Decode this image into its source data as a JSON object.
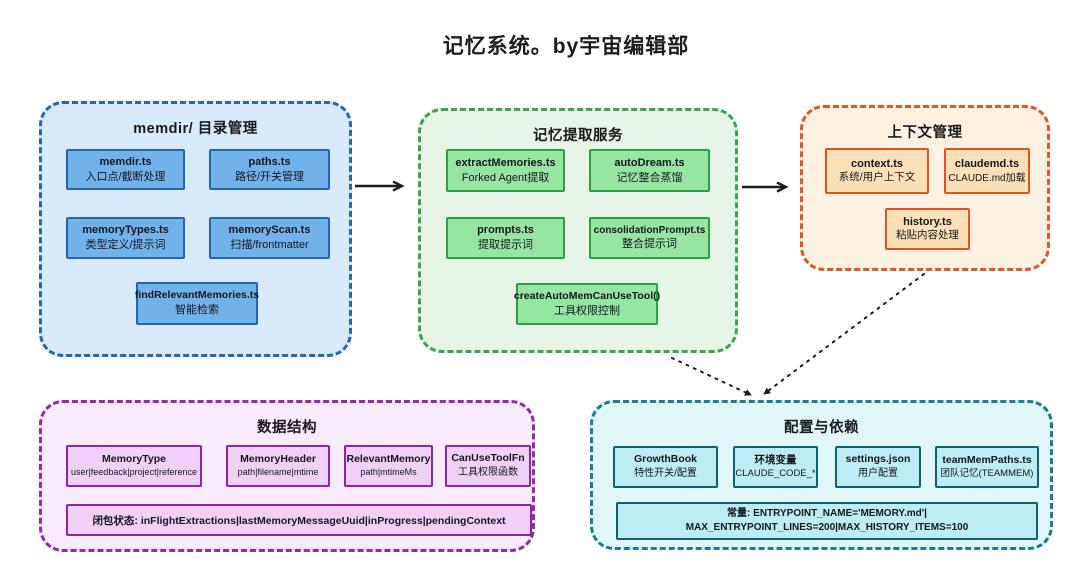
{
  "title": "记忆系统。by宇宙编辑部",
  "palette": {
    "memdir_fill": "#72b2ea",
    "memdir_border": "#2566b4",
    "extract_fill": "#96e6a2",
    "extract_border": "#2e9e45",
    "context_fill": "#fbdfb6",
    "context_border": "#df5426",
    "data_fill": "#f0d0f6",
    "data_border": "#8d23a8",
    "config_fill": "#bdecf4",
    "config_border": "#10616f",
    "arrow": "#1d1d1d"
  },
  "groups": {
    "memdir": {
      "title": "memdir/ 目录管理",
      "nodes": [
        {
          "name": "memdir.ts",
          "desc": "入口点/截断处理"
        },
        {
          "name": "paths.ts",
          "desc": "路径/开关管理"
        },
        {
          "name": "memoryTypes.ts",
          "desc": "类型定义/提示词"
        },
        {
          "name": "memoryScan.ts",
          "desc": "扫描/frontmatter"
        },
        {
          "name": "findRelevantMemories.ts",
          "desc": "智能检索"
        }
      ]
    },
    "extract": {
      "title": "记忆提取服务",
      "nodes": [
        {
          "name": "extractMemories.ts",
          "desc": "Forked Agent提取"
        },
        {
          "name": "autoDream.ts",
          "desc": "记忆整合蒸馏"
        },
        {
          "name": "prompts.ts",
          "desc": "提取提示词"
        },
        {
          "name": "consolidationPrompt.ts",
          "desc": "整合提示词"
        },
        {
          "name": "createAutoMemCanUseTool()",
          "desc": "工具权限控制"
        }
      ]
    },
    "context": {
      "title": "上下文管理",
      "nodes": [
        {
          "name": "context.ts",
          "desc": "系统/用户上下文"
        },
        {
          "name": "claudemd.ts",
          "desc": "CLAUDE.md加载"
        },
        {
          "name": "history.ts",
          "desc": "粘贴内容处理"
        }
      ]
    },
    "data": {
      "title": "数据结构",
      "nodes": [
        {
          "name": "MemoryType",
          "desc": "user|feedback|project|reference"
        },
        {
          "name": "MemoryHeader",
          "desc": "path|filename|mtime"
        },
        {
          "name": "RelevantMemory",
          "desc": "path|mtimeMs"
        },
        {
          "name": "CanUseToolFn",
          "desc": "工具权限函数"
        }
      ],
      "closure_state": "闭包状态: inFlightExtractions|lastMemoryMessageUuid|inProgress|pendingContext"
    },
    "config": {
      "title": "配置与依赖",
      "nodes": [
        {
          "name": "GrowthBook",
          "desc": "特性开关/配置"
        },
        {
          "name": "环境变量",
          "desc": "CLAUDE_CODE_*"
        },
        {
          "name": "settings.json",
          "desc": "用户配置"
        },
        {
          "name": "teamMemPaths.ts",
          "desc": "团队记忆(TEAMMEM)"
        }
      ],
      "constants_line1": "常量: ENTRYPOINT_NAME='MEMORY.md'|",
      "constants_line2": "MAX_ENTRYPOINT_LINES=200|MAX_HISTORY_ITEMS=100"
    }
  }
}
